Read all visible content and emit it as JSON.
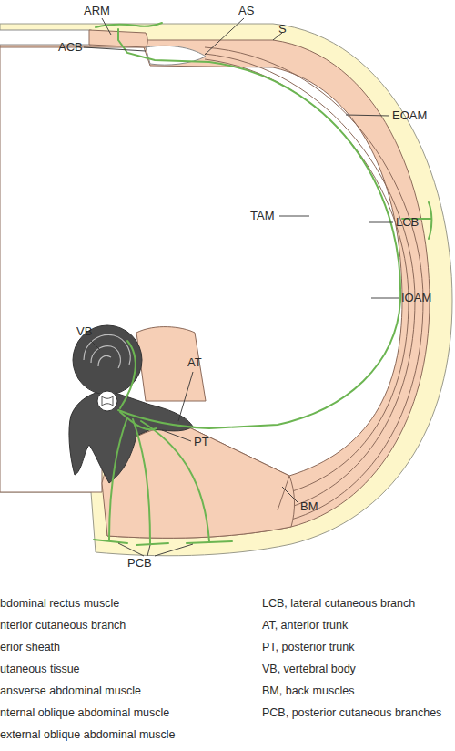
{
  "diagram": {
    "labels": [
      "ARM",
      "AS",
      "S",
      "ACB",
      "EOAM",
      "TAM",
      "LCB",
      "IOAM",
      "VB",
      "AT",
      "PT",
      "BM",
      "PCB",
      "bdominal rectus muscle",
      "nterior cutaneous branch",
      "erior sheath",
      "utaneous tissue",
      "ansverse abdominal muscle",
      "nternal oblique abdominal muscle",
      "external oblique abdominal muscle",
      "LCB, lateral cutaneous branch",
      "AT, anterior trunk",
      "PT, posterior trunk",
      "VB, vertebral body",
      "BM, back muscles",
      "PCB, posterior cutaneous branches"
    ]
  }
}
